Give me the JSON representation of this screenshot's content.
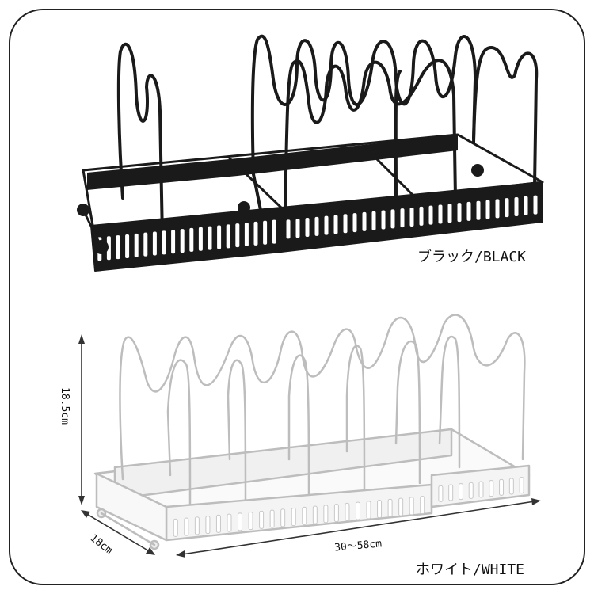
{
  "variants": {
    "black": {
      "label": "ブラック/BLACK",
      "color": "#1a1a1a"
    },
    "white": {
      "label": "ホワイト/WHITE",
      "color": "#e6e6e6"
    }
  },
  "dimensions": {
    "height": "18.5cm",
    "depth": "18cm",
    "width": "30～58cm"
  }
}
